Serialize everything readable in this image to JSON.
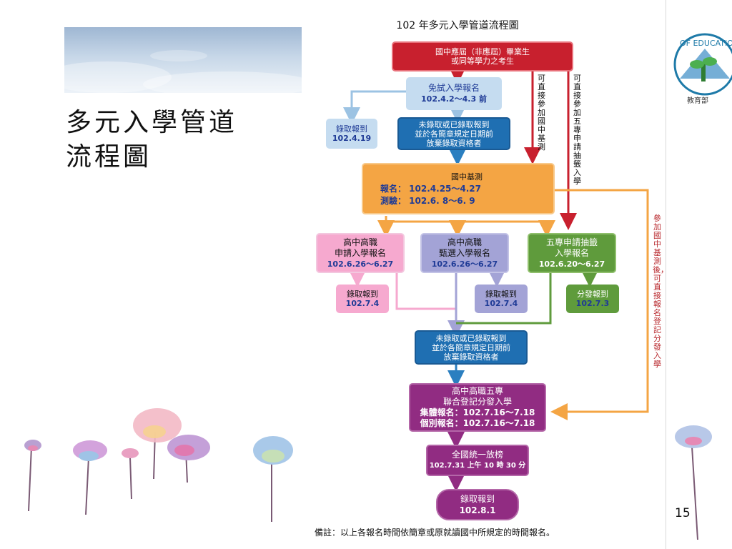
{
  "slide": {
    "title_lines": [
      "多元入學管道",
      "流程圖"
    ],
    "page_number": "15",
    "logo_text": "OF EDUCATION",
    "logo_bottom": "教育部"
  },
  "flow": {
    "title": "102 年多元入學管道流程圖",
    "start": {
      "l1": "國中應屆（非應屆）畢業生",
      "l2": "或同等學力之考生"
    },
    "mianshi": {
      "l1": "免試入學報名",
      "date": "102.4.2～4.3 前"
    },
    "enroll_a": {
      "l1": "錄取報到",
      "date": "102.4.19"
    },
    "giveup1": {
      "l1": "未錄取或已錄取報到",
      "l2": "並於各簡章規定日期前",
      "l3": "放棄錄取資格者"
    },
    "side_exam": "可直接參加國中基測",
    "side_five": "可直接參加五專申請抽籤入學",
    "exam": {
      "l1": "國中基測",
      "r1": "報名：  102.4.25～4.27",
      "r2": "測驗：  102.6. 8～6. 9"
    },
    "right_note": "參加國中基測後，可直接報名登記分發入學",
    "apply": {
      "l1": "高中高職",
      "l2": "申請入學報名",
      "date": "102.6.26～6.27"
    },
    "select": {
      "l1": "高中高職",
      "l2": "甄選入學報名",
      "date": "102.6.26～6.27"
    },
    "five": {
      "l1": "五專申請抽籤",
      "l2": "入學報名",
      "date": "102.6.20～6.27"
    },
    "enroll_b": {
      "l1": "錄取報到",
      "date": "102.7.4"
    },
    "enroll_c": {
      "l1": "錄取報到",
      "date": "102.7.4"
    },
    "assign_a": {
      "l1": "分發報到",
      "date": "102.7.3"
    },
    "giveup2": {
      "l1": "未錄取或已錄取報到",
      "l2": "並於各簡章規定日期前",
      "l3": "放棄錄取資格者"
    },
    "joint": {
      "l1": "高中高職五專",
      "l2": "聯合登記分發入學",
      "r1": "集體報名：102.7.16～7.18",
      "r2": "個別報名：102.7.16～7.18"
    },
    "release": {
      "l1": "全國統一放榜",
      "l2": "102.7.31 上午 10 時 30 分"
    },
    "final": {
      "l1": "錄取報到",
      "date": "102.8.1"
    },
    "note": "備註：以上各報名時間依簡章或原就讀國中所規定的時間報名。"
  },
  "colors": {
    "red": "#c8202e",
    "light_blue": "#c5dcf0",
    "blue": "#2b7fc0",
    "orange": "#f4a544",
    "pink": "#f6a9cf",
    "lavender": "#a3a3d6",
    "green": "#5f9b3c",
    "purple": "#912c82"
  }
}
